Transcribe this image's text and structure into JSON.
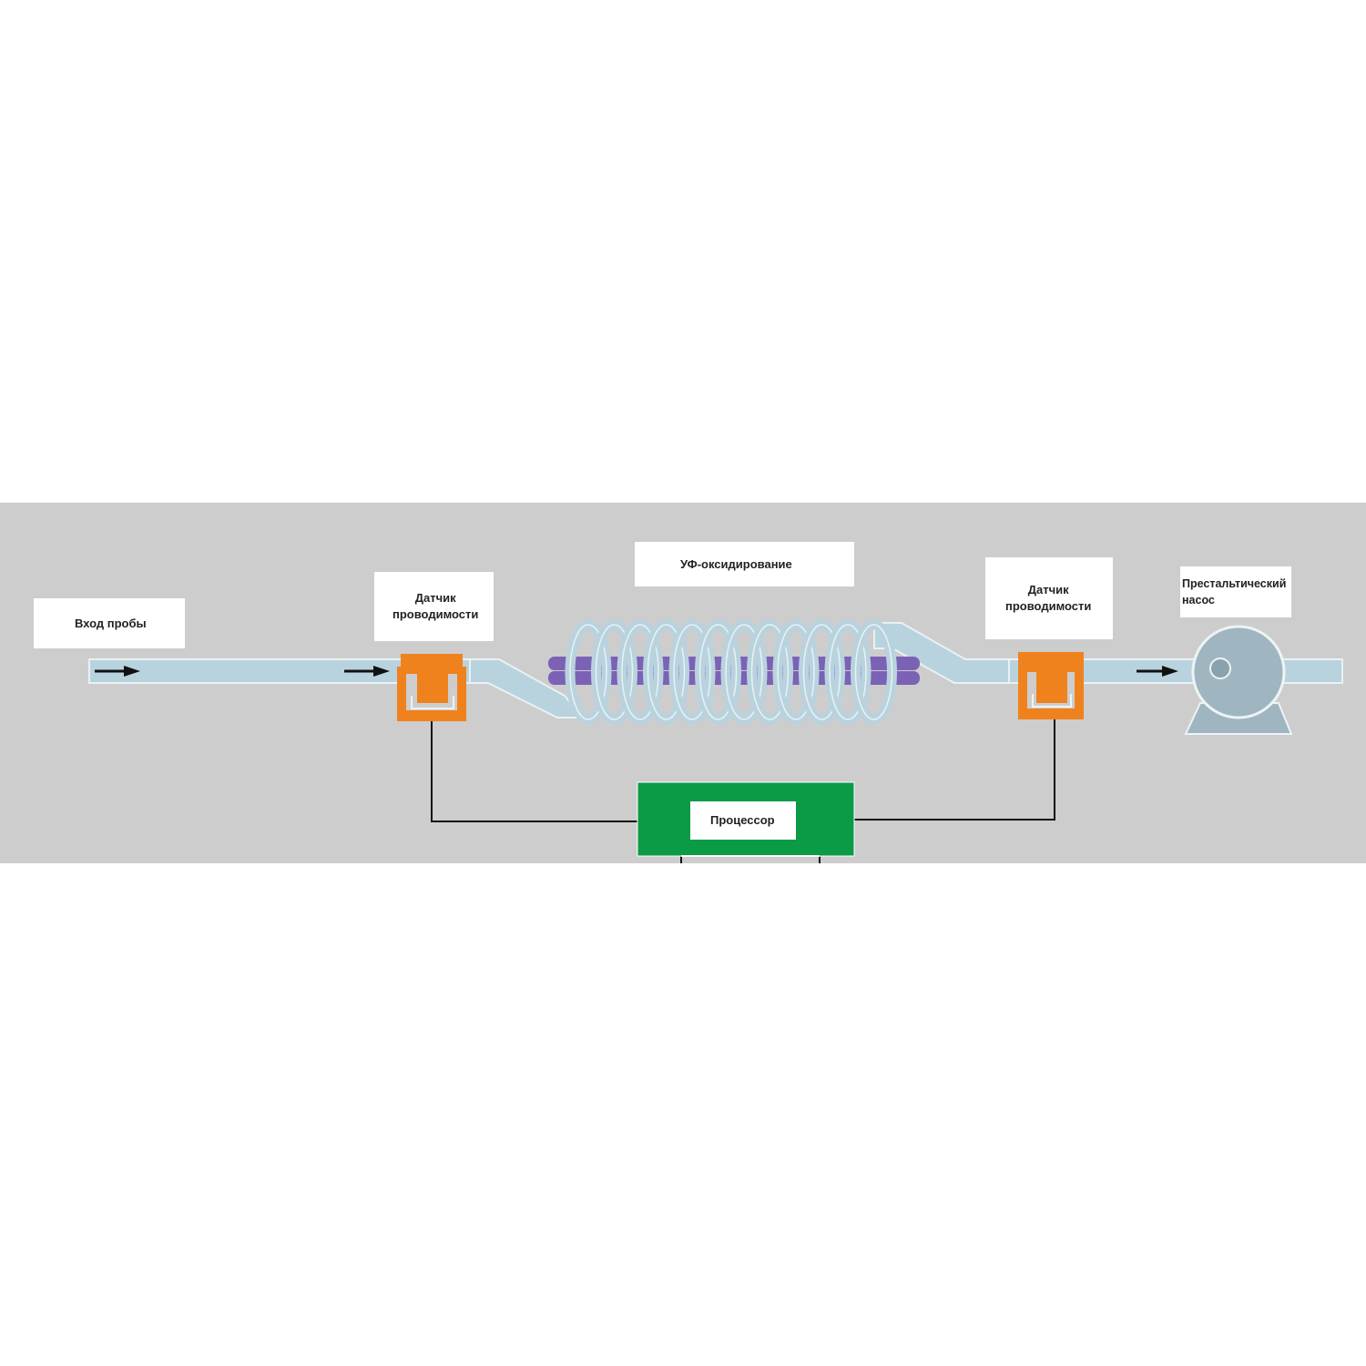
{
  "labels": {
    "sample_inlet": "Вход пробы",
    "sensor_left": "Датчик\nпроводимости",
    "uv_oxidation": "УФ-оксидирование",
    "sensor_right": "Датчик\nпроводимости",
    "pump": "Престальтический\nнасос",
    "processor": "Процессор"
  },
  "colors": {
    "background": "#cdcdcd",
    "pipe": "#b8d3de",
    "pipe_edge": "#e9f1f4",
    "sensor": "#f0821e",
    "uv_lamp": "#7b62b5",
    "processor": "#0b9a45",
    "pump": "#9fb6c0",
    "wire": "#111111",
    "arrow": "#111111"
  }
}
